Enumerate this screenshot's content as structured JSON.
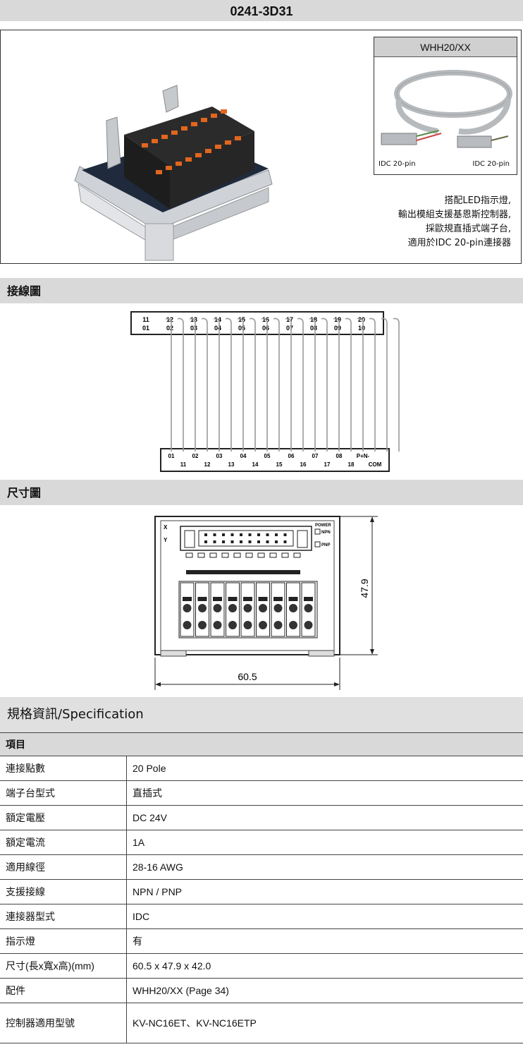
{
  "title": "0241-3D31",
  "cable": {
    "name": "WHH20/XX",
    "left_label": "IDC 20-pin",
    "right_label": "IDC 20-pin"
  },
  "description": [
    "搭配LED指示燈,",
    "輸出模組支援基恩斯控制器,",
    "採歐規直插式端子台,",
    "適用於IDC 20-pin連接器"
  ],
  "wiring": {
    "title": "接線圖",
    "connector_top_row": [
      "11",
      "12",
      "13",
      "14",
      "15",
      "16",
      "17",
      "18",
      "19",
      "20"
    ],
    "connector_bottom_row": [
      "01",
      "02",
      "03",
      "04",
      "05",
      "06",
      "07",
      "08",
      "09",
      "10"
    ],
    "terminal_upper": [
      "01",
      "02",
      "03",
      "04",
      "05",
      "06",
      "07",
      "08",
      "P+N-"
    ],
    "terminal_lower": [
      "11",
      "12",
      "13",
      "14",
      "15",
      "16",
      "17",
      "18",
      "COM"
    ]
  },
  "dimension": {
    "title": "尺寸圖",
    "width_label": "60.5",
    "height_label": "47.9",
    "axis_x": "X",
    "axis_y": "Y",
    "power_label": "POWER",
    "npn_label": "NPN",
    "pnp_label": "PNP"
  },
  "spec": {
    "title": "規格資訊/Specification",
    "header": "項目",
    "rows": [
      {
        "k": "連接點數",
        "v": "20 Pole"
      },
      {
        "k": "端子台型式",
        "v": "直插式"
      },
      {
        "k": "額定電壓",
        "v": "DC 24V"
      },
      {
        "k": "額定電流",
        "v": "1A"
      },
      {
        "k": "適用線徑",
        "v": "28-16 AWG"
      },
      {
        "k": "支援接線",
        "v": "NPN / PNP"
      },
      {
        "k": "連接器型式",
        "v": "IDC"
      },
      {
        "k": "指示燈",
        "v": "有"
      },
      {
        "k": "尺寸(長x寬x高)(mm)",
        "v": "60.5 x 47.9 x 42.0"
      },
      {
        "k": "配件",
        "v": "WHH20/XX (Page 34)"
      },
      {
        "k": "控制器適用型號",
        "v": "KV-NC16ET、KV-NC16ETP"
      }
    ]
  }
}
